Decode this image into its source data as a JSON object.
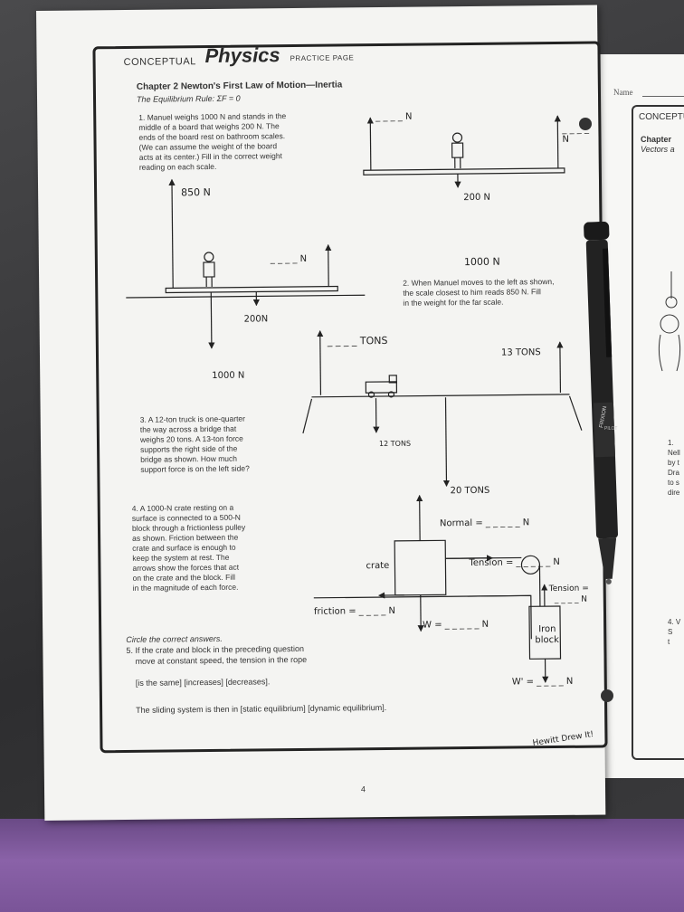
{
  "header": {
    "brand_prefix": "CONCEPTUAL",
    "brand_main": "Physics",
    "brand_suffix": "PRACTICE PAGE",
    "chapter_title": "Chapter 2  Newton's First Law of Motion—Inertia",
    "subtitle": "The Equilibrium Rule: ΣF = 0"
  },
  "q1": {
    "text_lines": [
      "1. Manuel weighs 1000 N and stands in the",
      "middle of a board that weighs 200 N. The",
      "ends of the board rest on bathroom scales.",
      "(We can assume the weight of the board",
      "acts at its center.) Fill in the correct weight",
      "reading on each scale."
    ],
    "scale_blank": "_ _ _ _ N",
    "board_weight": "200 N"
  },
  "q2": {
    "left_reading": "850 N",
    "right_blank": "_ _ _ _ N",
    "manuel_weight": "1000 N",
    "board_weight": "200N",
    "text_lines": [
      "2. When Manuel moves to the left as shown,",
      "the scale closest to him reads 850 N. Fill",
      "in the weight for the far scale."
    ]
  },
  "q3": {
    "left_blank": "_ _ _ _ TONS",
    "right_support": "13 TONS",
    "left_down": "1000 N",
    "truck_weight": "12 TONS",
    "bridge_weight": "20 TONS",
    "text_lines": [
      "3. A 12-ton truck is one-quarter",
      "the way across a bridge that",
      "weighs 20 tons. A 13-ton force",
      "supports the right side of the",
      "bridge as shown. How much",
      "support force is on the left side?"
    ]
  },
  "q4": {
    "text_lines": [
      "4. A 1000-N crate resting on a",
      "surface is connected to a 500-N",
      "block through a frictionless pulley",
      "as shown. Friction between the",
      "crate and surface is enough to",
      "keep the system at rest. The",
      "arrows show the forces that act",
      "on the crate and the block. Fill",
      "in the magnitude of each force."
    ],
    "crate_label": "crate",
    "normal": "Normal = _ _ _ _ _ N",
    "tension1": "Tension = _ _ _ _ _ N",
    "tension2_a": "Tension =",
    "tension2_b": "_ _ _ _ N",
    "friction": "friction = _ _ _ _  N",
    "weight": "W = _ _ _ _ _ N",
    "block_label_a": "Iron",
    "block_label_b": "block",
    "block_weight": "W' = _ _ _ _ N"
  },
  "q5": {
    "instruction": "Circle the correct answers.",
    "text_line1": "5. If the crate and block in the preceding question",
    "text_line2": "move at constant speed, the tension in the rope",
    "options1": "[is the same]    [increases]    [decreases].",
    "text_line3": "The sliding system is then in   [static equilibrium]   [dynamic equilibrium]."
  },
  "footer": {
    "page_number": "4",
    "signature": "Hewitt Drew It!"
  },
  "side_page": {
    "name_label": "Name",
    "brand": "CONCEPTU",
    "chapter": "Chapter",
    "vectors": "Vectors a",
    "q1_lines": [
      "1. Nell",
      "by t",
      "Dra",
      "to s",
      "dire"
    ],
    "q4_lines": [
      "4. V",
      "S",
      "t"
    ]
  },
  "pen": {
    "brand": "FRIXION",
    "sub": "PILOT"
  }
}
